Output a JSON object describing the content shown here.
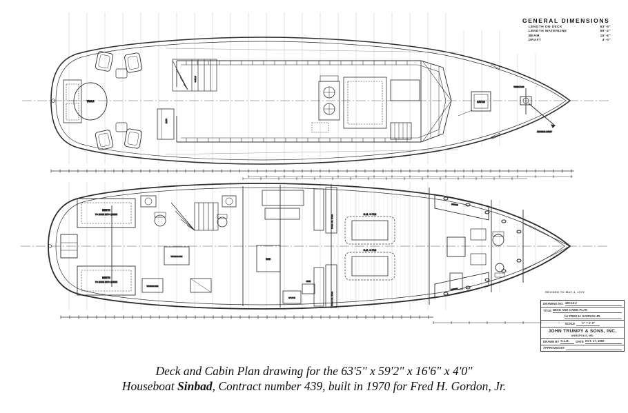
{
  "general_dimensions": {
    "title": "GENERAL  DIMENSIONS",
    "rows": [
      {
        "label": "LENGTH ON DECK",
        "value": "63'-5\""
      },
      {
        "label": "LENGTH WATERLINE",
        "value": "59'-2\""
      },
      {
        "label": "BEAM",
        "value": "16'-6\""
      },
      {
        "label": "DRAFT",
        "value": "4'-0\""
      }
    ]
  },
  "title_block": {
    "revised_note": "REVISED  TO MAY 4, 1970",
    "drawing_no_label": "DRAWING NO.",
    "drawing_no": "439-16-2",
    "title_label": "TITLE",
    "title_line1": "DECK AND CABIN PLAN",
    "title_line2": "for FRED H. GORDON JR.",
    "scale_label": "SCALE",
    "scale_value": "½\" = 1'-0\"",
    "company": "JOHN TRUMPY & SONS, INC.",
    "city": "ANNAPOLIS, MD.",
    "drawn_label": "DRAWN BY",
    "drawn_value": "K.L.B.",
    "date_label": "DATE",
    "date_value": "OCT. 17, 1969",
    "approved_label": "APPROVED BY"
  },
  "caption": {
    "line1": "Deck and Cabin Plan drawing for the 63'5\" x 59'2\" x 16'6\" x 4'0\"",
    "line2_prefix": "Houseboat ",
    "line2_name": "Sinbad",
    "line2_suffix": ", Contract number 439, built in 1970 for Fred H. Gordon, Jr."
  },
  "deck_plan": {
    "labels": {
      "table": "TABLE",
      "seat": "SEAT",
      "steps": "STEPS",
      "hatch": "HATCH",
      "windlass": "WINDLASS",
      "davit": "ANCHOR DAVIT"
    }
  },
  "cabin_plan": {
    "labels": {
      "berth": "BERTH",
      "berth_sub": "TO MAKE INTO QUEEN",
      "wardrobe": "WARDROBE",
      "ref": "REF.",
      "stove": "STOVE",
      "sink": "SINK",
      "engine": "G.M. 6-71M",
      "fuel": "FUEL OIL TANK",
      "fwd_berth": "BERTH"
    }
  }
}
